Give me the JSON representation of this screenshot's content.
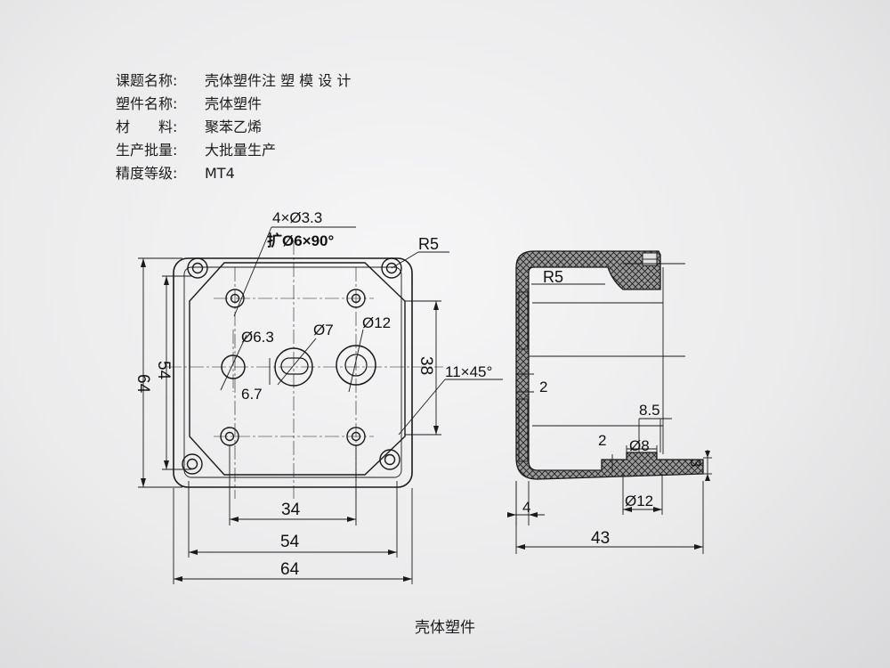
{
  "spec": {
    "rows": [
      {
        "label": "课题名称:",
        "value": "壳体塑件注 塑 模 设 计"
      },
      {
        "label": "塑件名称:",
        "value": "壳体塑件"
      },
      {
        "label": "材　　料:",
        "value": "聚苯乙烯"
      },
      {
        "label": "生产批量:",
        "value": "大批量生产"
      },
      {
        "label": "精度等级:",
        "value": "MT4"
      }
    ]
  },
  "drawing": {
    "front_view": {
      "hole_note": "4×Ø3.3",
      "counterbore_note": "扩Ø6×90°",
      "corner_radius": "R5",
      "dim_phi63": "Ø6.3",
      "dim_phi7": "Ø7",
      "dim_phi12": "Ø12",
      "dim_67": "6.7",
      "dim_38": "38",
      "chamfer": "11×45°",
      "dim_64_v": "64",
      "dim_54_v": "54",
      "dim_34_h": "34",
      "dim_54_h": "54",
      "dim_64_h": "64"
    },
    "section_view": {
      "radius": "R5",
      "dim_2_wall": "2",
      "dim_85": "8.5",
      "dim_2_boss": "2",
      "dim_phi8": "Ø8",
      "dim_3": "3",
      "dim_4": "4",
      "dim_phi12": "Ø12",
      "dim_43": "43"
    }
  },
  "caption": "壳体塑件"
}
